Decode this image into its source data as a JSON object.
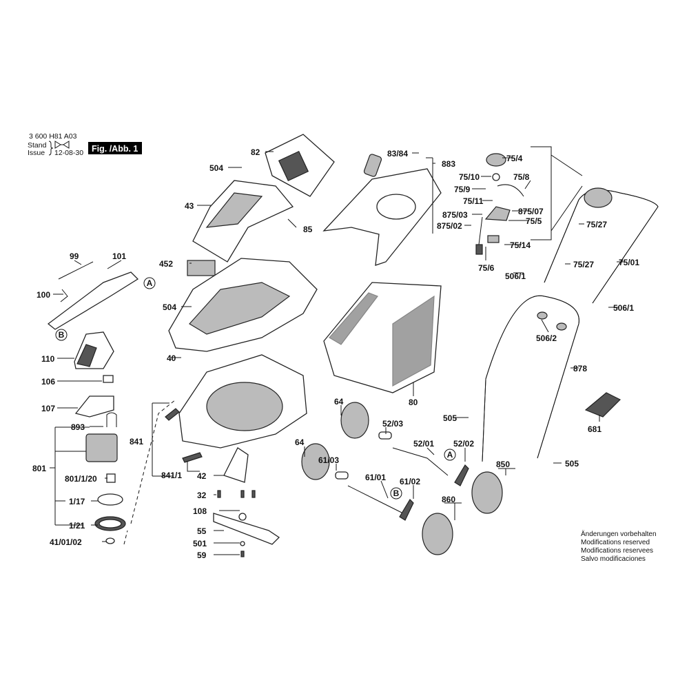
{
  "header": {
    "doc_number": "3 600 H81 A03",
    "stand_label": "Stand",
    "issue_label": "Issue",
    "date": "12-08-30",
    "figure_label": "Fig. /Abb. 1"
  },
  "callouts": {
    "A": "A",
    "B": "B"
  },
  "labels": {
    "p82": "82",
    "p504a": "504",
    "p43": "43",
    "p85": "85",
    "p452": "452",
    "p504b": "504",
    "p40": "40",
    "p99": "99",
    "p101": "101",
    "p100": "100",
    "p110": "110",
    "p106": "106",
    "p107": "107",
    "p893": "893",
    "p801": "801",
    "p801_1_20": "801/1/20",
    "p1_17": "1/17",
    "p1_21": "1/21",
    "p41_01_02": "41/01/02",
    "p841": "841",
    "p841_1": "841/1",
    "p42": "42",
    "p32": "32",
    "p108": "108",
    "p55": "55",
    "p501": "501",
    "p59": "59",
    "p83_84": "83/84",
    "p883": "883",
    "p80": "80",
    "p75_4": "75/4",
    "p75_10": "75/10",
    "p75_8": "75/8",
    "p75_9": "75/9",
    "p75_11": "75/11",
    "p875_03": "875/03",
    "p875_07": "875/07",
    "p875_02": "875/02",
    "p75_5": "75/5",
    "p75_14": "75/14",
    "p75_6": "75/6",
    "p506_1a": "506/1",
    "p75_27a": "75/27",
    "p75_27b": "75/27",
    "p75_01": "75/01",
    "p506_1b": "506/1",
    "p506_2": "506/2",
    "p878": "878",
    "p681": "681",
    "p505a": "505",
    "p505b": "505",
    "p64a": "64",
    "p52_03": "52/03",
    "p52_01": "52/01",
    "p52_02": "52/02",
    "p64b": "64",
    "p61_03": "61/03",
    "p61_01": "61/01",
    "p61_02": "61/02",
    "p850": "850",
    "p860": "860"
  },
  "notes": [
    "Änderungen vorbehalten",
    "Modifications reserved",
    "Modifications reservees",
    "Salvo modificaciones"
  ]
}
